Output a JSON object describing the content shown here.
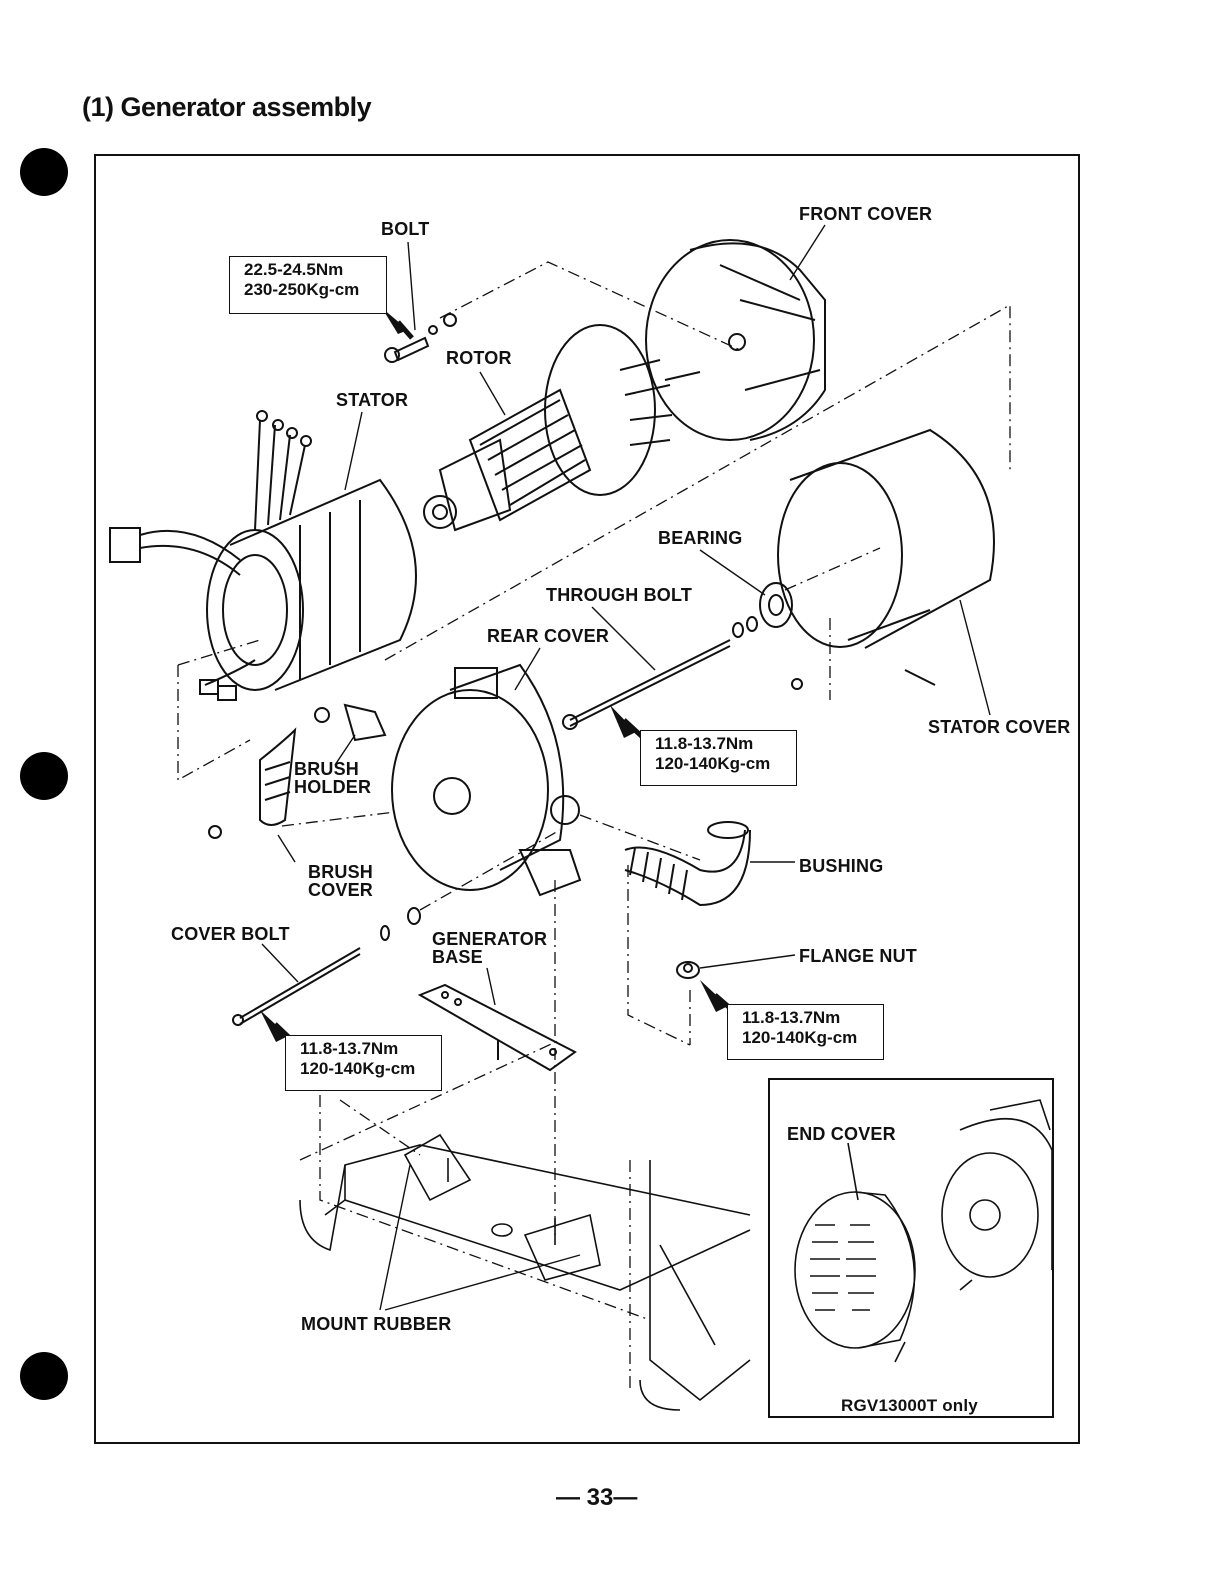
{
  "title": "(1) Generator assembly",
  "labels": {
    "bolt": "BOLT",
    "front_cover": "FRONT COVER",
    "rotor": "ROTOR",
    "stator": "STATOR",
    "bearing": "BEARING",
    "through_bolt": "THROUGH BOLT",
    "rear_cover": "REAR COVER",
    "stator_cover": "STATOR COVER",
    "brush_holder_1": "BRUSH",
    "brush_holder_2": "HOLDER",
    "brush_cover_1": "BRUSH",
    "brush_cover_2": "COVER",
    "bushing": "BUSHING",
    "cover_bolt": "COVER BOLT",
    "generator_base_1": "GENERATOR",
    "generator_base_2": "BASE",
    "flange_nut": "FLANGE NUT",
    "mount_rubber": "MOUNT RUBBER",
    "end_cover": "END COVER",
    "inset_note": "RGV13000T only"
  },
  "torques": {
    "bolt": [
      "22.5-24.5Nm",
      "230-250Kg-cm"
    ],
    "through_bolt": [
      "11.8-13.7Nm",
      "120-140Kg-cm"
    ],
    "flange_nut": [
      "11.8-13.7Nm",
      "120-140Kg-cm"
    ],
    "cover_bolt": [
      "11.8-13.7Nm",
      "120-140Kg-cm"
    ]
  },
  "page_number": "— 33—"
}
